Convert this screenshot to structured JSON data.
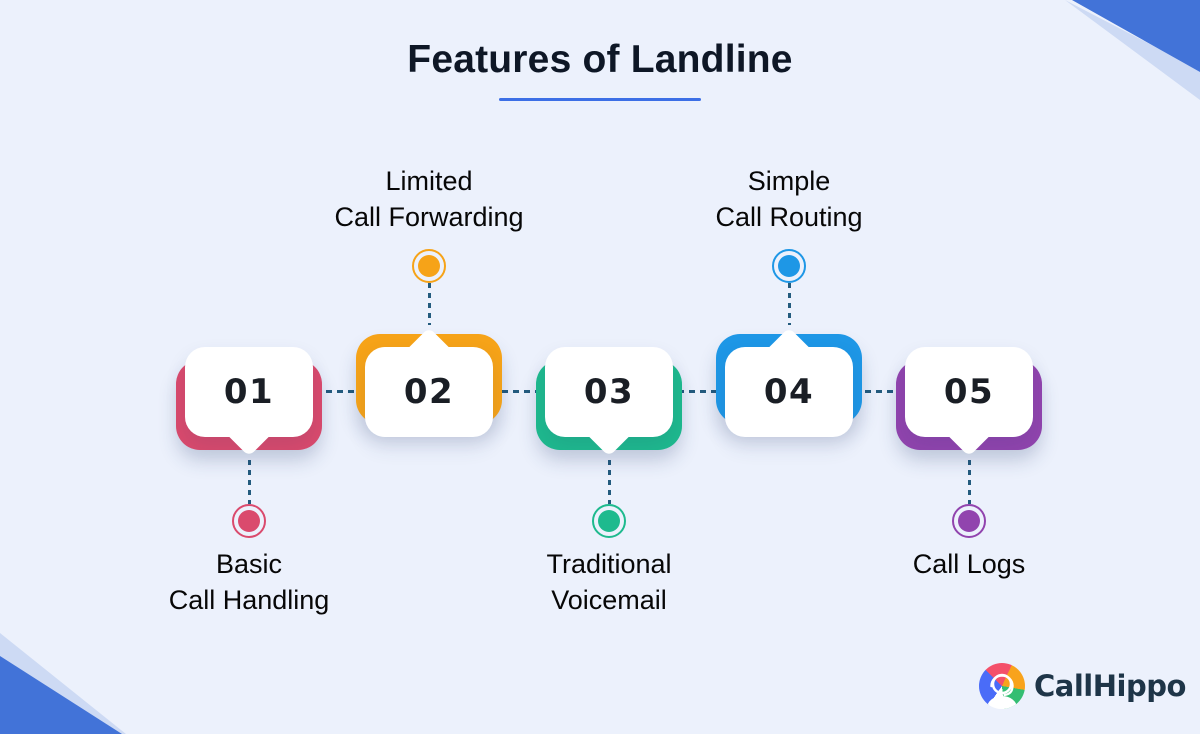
{
  "page": {
    "background": "#ECF1FC",
    "connector_color": "#235B7E"
  },
  "title": {
    "text": "Features of Landline",
    "underline_color": "#3C6FE6"
  },
  "decorations": {
    "corner_color": "#4273D8",
    "corner_band_color": "#CDDAF4"
  },
  "cards": [
    {
      "number": "01",
      "lines": [
        "Basic",
        "Call Handling"
      ],
      "color": "#DA4A6D",
      "label_position": "below"
    },
    {
      "number": "02",
      "lines": [
        "Limited",
        "Call Forwarding"
      ],
      "color": "#F6A318",
      "label_position": "above"
    },
    {
      "number": "03",
      "lines": [
        "Traditional",
        "Voicemail"
      ],
      "color": "#1EBA8E",
      "label_position": "below"
    },
    {
      "number": "04",
      "lines": [
        "Simple",
        "Call Routing"
      ],
      "color": "#1E97E6",
      "label_position": "above"
    },
    {
      "number": "05",
      "lines": [
        "Call Logs"
      ],
      "color": "#9144AE",
      "label_position": "below"
    }
  ],
  "logo": {
    "text": "CallHippo",
    "text_color": "#1E3548",
    "icon_colors": {
      "blue": "#4A6CF8",
      "red": "#F4506A",
      "orange": "#F8A31C",
      "green": "#34BE72"
    }
  }
}
